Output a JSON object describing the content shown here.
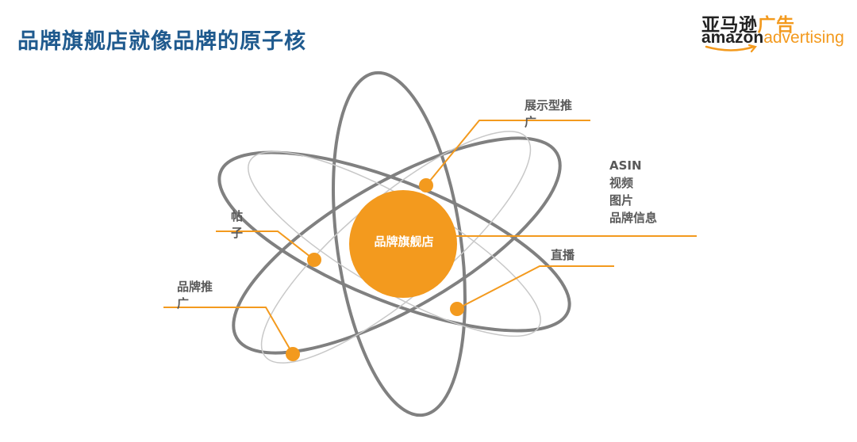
{
  "slide": {
    "title": "品牌旗舰店就像品牌的原子核"
  },
  "logo": {
    "cn_main": "亚马逊",
    "cn_accent": "广告",
    "en_main": "amazon",
    "en_accent": "advertising"
  },
  "diagram": {
    "core": "品牌旗舰店",
    "labels": {
      "display_ads": "展示型推\n广",
      "content": "ASIN\n视频\n图片\n品牌信息",
      "posts": "帖\n子",
      "live": "直播",
      "sponsored_brands": "品牌推\n广"
    }
  },
  "colors": {
    "title": "#1f5a8e",
    "accent": "#f39a1e",
    "orbit": "#7f7f7f",
    "label": "#595959"
  }
}
